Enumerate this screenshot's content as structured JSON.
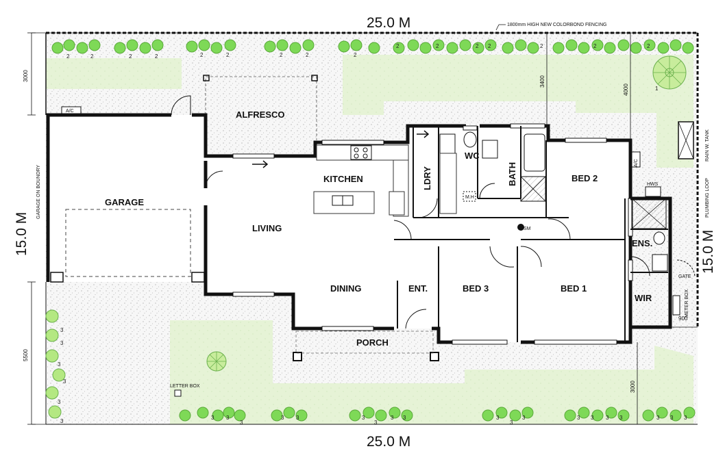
{
  "dimensions": {
    "top_width": "25.0 M",
    "bottom_width": "25.0 M",
    "left_depth": "15.0 M",
    "right_depth": "15.0 M",
    "left_top_setback": "3000",
    "left_bottom_setback": "5500",
    "center_setback": "3400",
    "right_setback": "4000",
    "bottom_right_setback": "3000",
    "side_gap": "900"
  },
  "notes": {
    "fencing": "1800mm HIGH NEW COLORBOND FENCING",
    "garage_boundary": "GARAGE ON BOUNDRY",
    "rain_tank": "RAIN W. TANK",
    "plumbing_loop": "PLUMBING LOOP",
    "letter_box": "LETTER BOX",
    "meter_box": "METER BOX",
    "gate": "GATE",
    "hws": "HWS",
    "ac": "A/C",
    "smoke": "SM",
    "manhole": "M.H"
  },
  "rooms": {
    "alfresco": "ALFRESCO",
    "garage": "GARAGE",
    "kitchen": "KITCHEN",
    "living": "LIVING",
    "dining": "DINING",
    "laundry": "LDRY",
    "wc": "WC",
    "bath": "BATH",
    "bed1": "BED 1",
    "bed2": "BED 2",
    "bed3": "BED 3",
    "ensuite": "ENS.",
    "wir": "WIR",
    "entry": "ENT.",
    "porch": "PORCH"
  },
  "plant_numbers": {
    "two": "2",
    "one": "1",
    "three": "3"
  },
  "colors": {
    "lawn": "#e4f2d4",
    "gravel": "#f3f3f3",
    "tree": "#7ed957",
    "wall": "#111111"
  }
}
